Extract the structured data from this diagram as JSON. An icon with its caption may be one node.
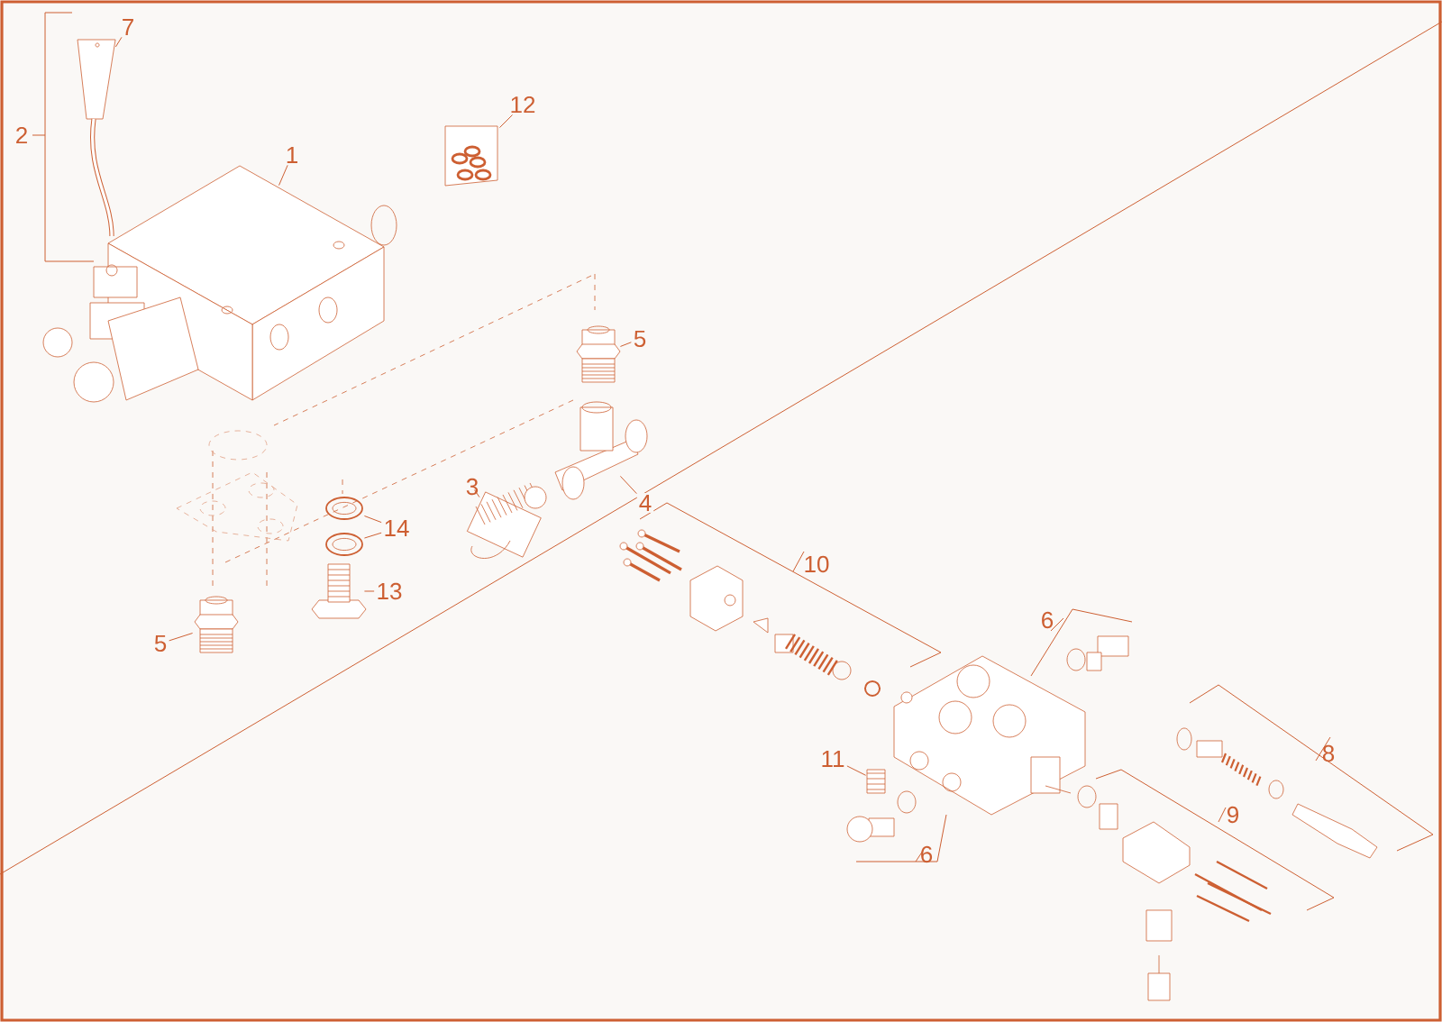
{
  "diagram": {
    "nodes": [
      {
        "text": [
          "7"
        ]
      },
      {
        "text": [
          "1"
        ]
      },
      {
        "text": [
          "12"
        ]
      },
      {
        "text": [
          "5"
        ]
      },
      {
        "text": [
          "3"
        ]
      },
      {
        "text": [
          "4"
        ]
      },
      {
        "text": [
          "14"
        ]
      },
      {
        "text": [
          "13"
        ]
      },
      {
        "text": [
          "5"
        ]
      },
      {
        "text": [
          "11"
        ]
      },
      {
        "text": [],
        "shape": "picture"
      },
      {
        "text": [],
        "shape": "picture"
      },
      {
        "text": [],
        "shape": "picture"
      },
      {
        "text": [],
        "shape": "picture"
      },
      {
        "text": [],
        "shape": "picture"
      },
      {
        "text": [],
        "shape": "picture"
      },
      {
        "text": [],
        "shape": "picture"
      },
      {
        "text": [],
        "shape": "picture"
      },
      {
        "text": [],
        "shape": "picture"
      },
      {
        "text": [],
        "shape": "picture"
      },
      {
        "text": [],
        "shape": "picture"
      }
    ],
    "edges": [
      {
        "from": 0,
        "to": 10,
        "arrow": "none"
      },
      {
        "from": 1,
        "to": 11,
        "arrow": "none"
      },
      {
        "from": 2,
        "to": 12,
        "arrow": "none"
      },
      {
        "from": 3,
        "to": 13,
        "arrow": "none"
      },
      {
        "from": 4,
        "to": 14,
        "arrow": "none"
      },
      {
        "from": 5,
        "to": 15,
        "arrow": "none"
      },
      {
        "from": 6,
        "to": 16,
        "arrow": "none"
      },
      {
        "from": 6,
        "to": 17,
        "arrow": "none"
      },
      {
        "from": 7,
        "to": 18,
        "arrow": "none"
      },
      {
        "from": 8,
        "to": 19,
        "arrow": "none"
      },
      {
        "from": 9,
        "to": 20,
        "arrow": "none"
      }
    ],
    "labels": [
      "2",
      "10",
      "6",
      "8",
      "9",
      "6"
    ]
  }
}
